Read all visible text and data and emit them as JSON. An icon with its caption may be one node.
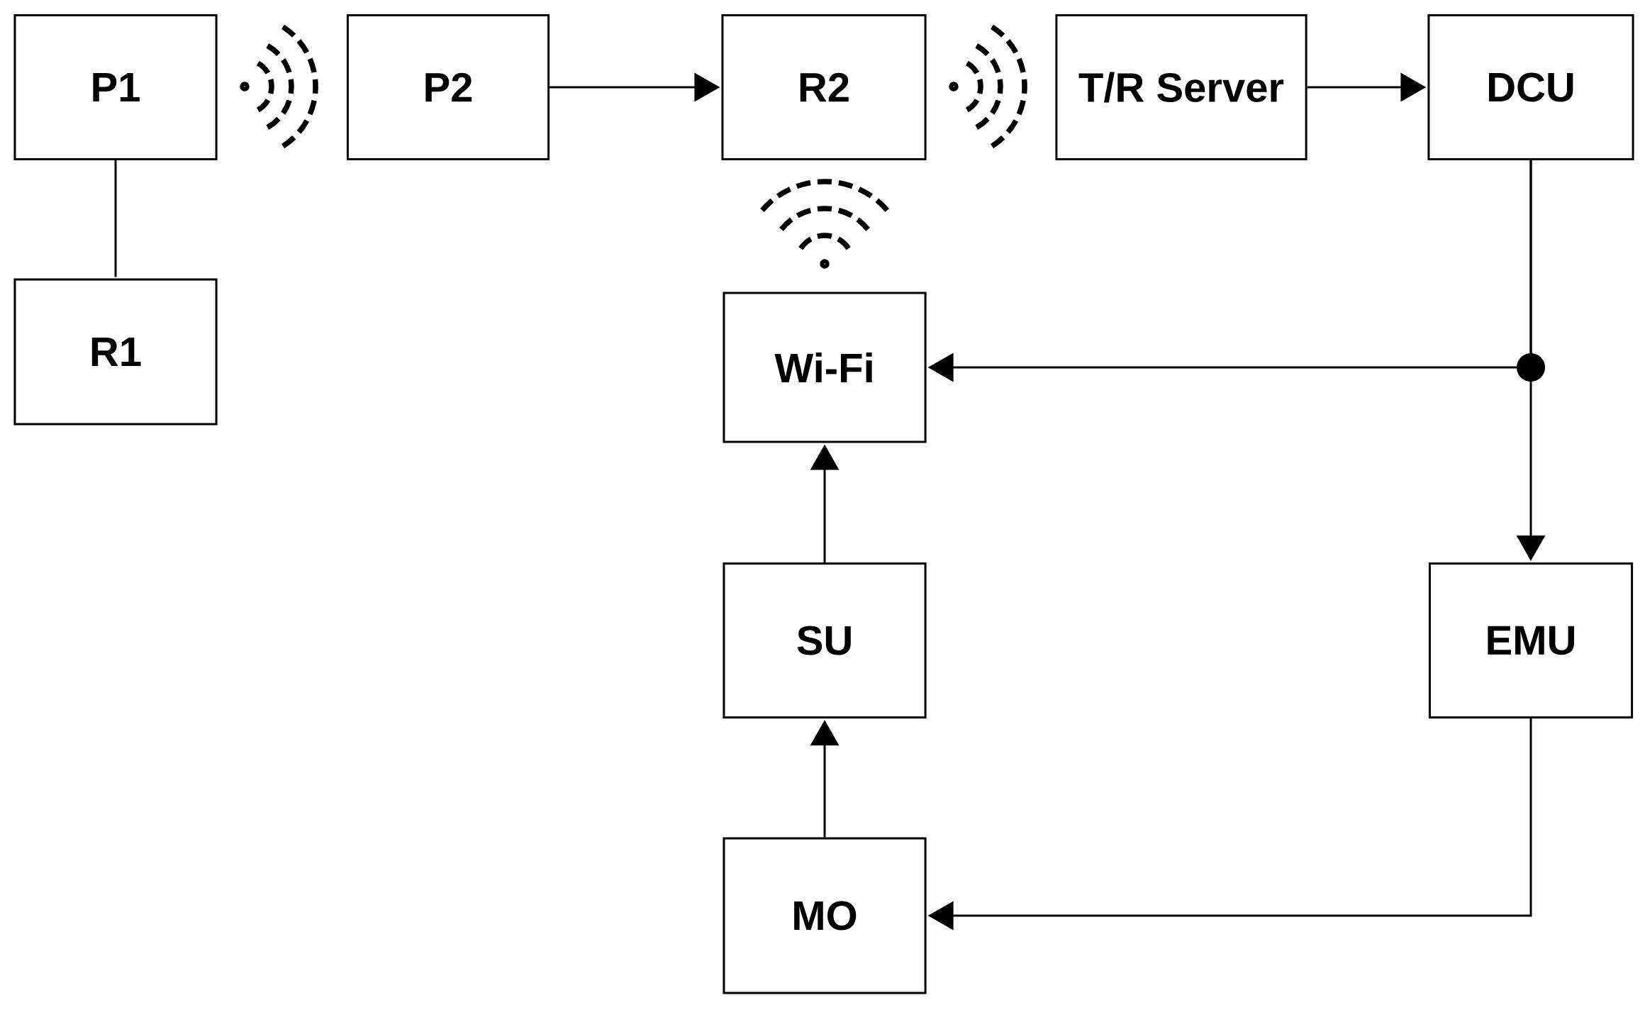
{
  "diagram": {
    "nodes": [
      {
        "text": [
          "P1"
        ]
      },
      {
        "text": [
          "P2"
        ]
      },
      {
        "text": [
          "R2"
        ]
      },
      {
        "text": [
          "T/R Server"
        ]
      },
      {
        "text": [
          "DCU"
        ]
      },
      {
        "text": [
          "R1"
        ]
      },
      {
        "text": [
          "Wi-Fi"
        ]
      },
      {
        "text": [
          "SU"
        ]
      },
      {
        "text": [
          "EMU"
        ]
      },
      {
        "text": [
          "MO"
        ]
      }
    ],
    "edges": [
      {
        "from": 0,
        "to": 5,
        "arrow": "none"
      },
      {
        "from": 1,
        "to": 2,
        "arrow": "to"
      },
      {
        "from": 3,
        "to": 4,
        "arrow": "to"
      },
      {
        "from": 4,
        "to": 6,
        "arrow": "to"
      },
      {
        "from": 4,
        "to": 8,
        "arrow": "to"
      },
      {
        "from": 7,
        "to": 6,
        "arrow": "to"
      },
      {
        "from": 9,
        "to": 7,
        "arrow": "to"
      },
      {
        "from": 8,
        "to": 9,
        "arrow": "to"
      }
    ]
  }
}
